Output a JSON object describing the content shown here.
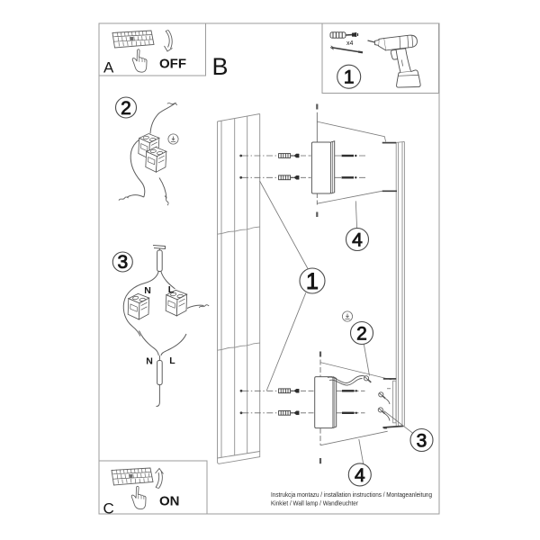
{
  "panels": {
    "a": {
      "label": "A",
      "action": "OFF"
    },
    "b": {
      "label": "B"
    },
    "c": {
      "label": "C",
      "action": "ON"
    },
    "tools": {
      "callout": "1",
      "quantity": "x4"
    }
  },
  "callouts": {
    "wall_drilling": "1",
    "bracket_top": "4",
    "cable_fix_screw": "2",
    "side_screws": "3",
    "bracket_bottom": "4",
    "step_wiring": "2",
    "step_connection": "3"
  },
  "wiring_labels": {
    "top_neutral": "N",
    "top_live": "L",
    "bottom_neutral": "N",
    "bottom_live": "L"
  },
  "footer": {
    "line1": "Instrukcja montazu / installation instructions / Montageanleitung",
    "line2": "Kinkiet / Wall lamp / Wandleuchter"
  }
}
